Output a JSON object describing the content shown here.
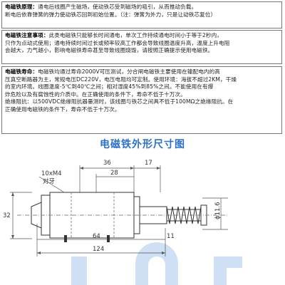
{
  "section1": {
    "heading": "电磁铁原理：",
    "lines": [
      "通电后线圈产生磁场，使动铁芯受到磁场的吸引，从而推动负载。",
      "断电后依靠弹簧的弹力使动铁芯回到初始位置。（注：弹簧为外力，只是让动铁芯复位）"
    ]
  },
  "section2": {
    "heading": "电磁铁注意事项：",
    "lines": [
      "此类电磁铁只能够长时间通电，单次工作持续通电时间小于等于2秒内，",
      "只作为点动式使用；通电持续时间过长或频率较高工作都会导致线圈温度升高，温度上升电阻",
      "会越大，力气越小，影响电磁铁寿命甚至导致线圈烧毁，请按照正确提示使用电磁铁。"
    ]
  },
  "section3": {
    "heading": "电磁铁寿命：",
    "lines": [
      "电磁铁均通过寿命2000V可压测试，分合闸电磁铁主要使用在输配电内的高",
      "压真空断路器为主，常规电压DC220V，电压电阻均可定制。使用环境：海拔不超过2KM，干燥",
      "的室内环境。线圈温度-5℃到40℃之间；相对湿度45%到85%之间。不能使用在有爆",
      "炸危险以及有腐蚀性的介质中。在正确使用的条件下，寿命不低于十万次。",
      "绝缘阻抗：以500VDC绝缘阻抗器量测时，该线圈与铁芯之间具不低于100MΩ之绝缘阻抗。在",
      "正确使用电磁铁的条件下，寿命不低于十万次。"
    ]
  },
  "diagram": {
    "title": "电磁铁外形尺寸图",
    "thread_label": "10xM4",
    "thread_sub": "对牙",
    "dims": {
      "d36": "36",
      "d17": "17",
      "d28": "28",
      "d64": "64",
      "d124": "124",
      "d32": "32",
      "d11": "11",
      "phi": "ϕ11.6"
    }
  },
  "colors": {
    "title_blue": "#2c6fc8",
    "watermark": "#c7d9f2"
  }
}
